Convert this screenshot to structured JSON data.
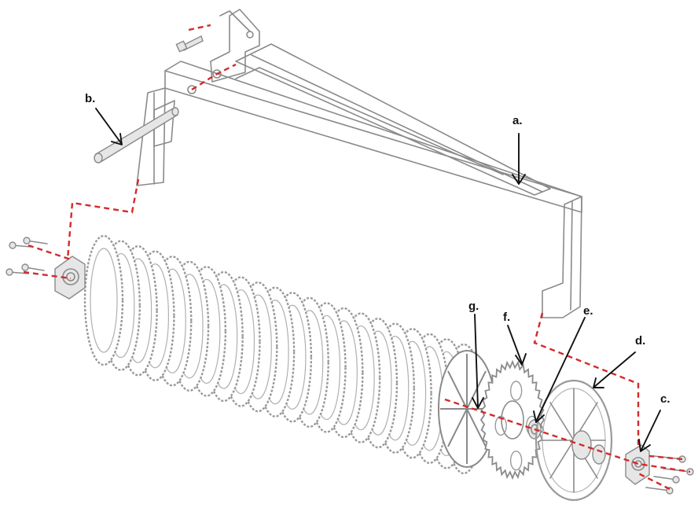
{
  "callouts": {
    "a": "a.",
    "b": "b.",
    "c": "c.",
    "d": "d.",
    "e": "e.",
    "f": "f.",
    "g": "g."
  },
  "colors": {
    "part_stroke": "#8a8a8a",
    "assembly_line": "#d42a2a",
    "callout_text": "#111111",
    "background": "#ffffff"
  }
}
